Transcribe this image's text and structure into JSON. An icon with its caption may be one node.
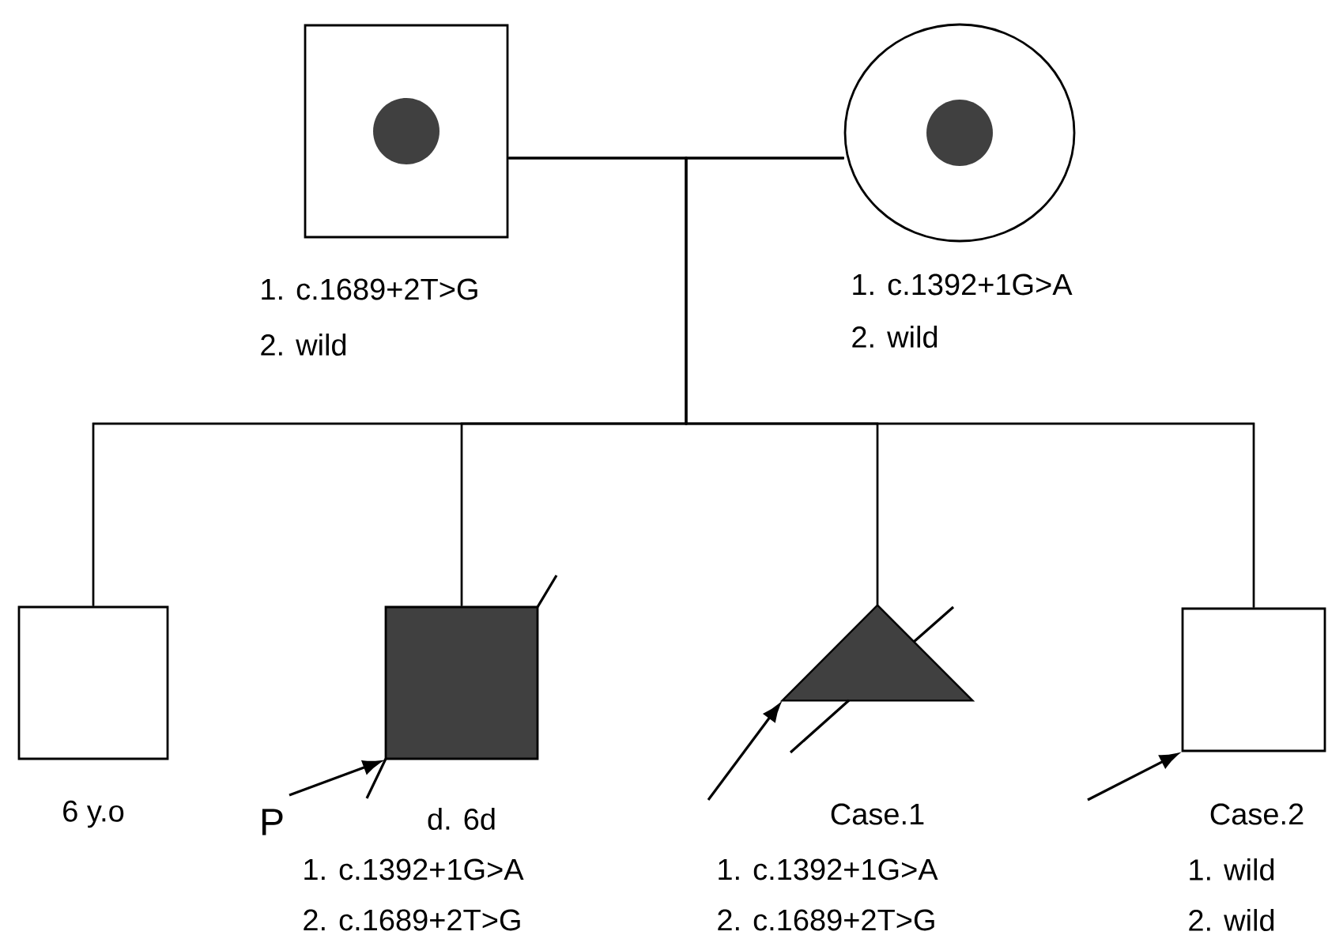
{
  "diagram": {
    "nodes": [
      {
        "text": [],
        "shape": "box",
        "beside": [
          "1. c.1689+2T>G",
          "2. wild"
        ]
      },
      {
        "text": [],
        "shape": "circle",
        "beside": [
          "1. c.1392+1G>A",
          "2. wild"
        ]
      },
      {
        "text": [],
        "shape": "box",
        "beside": [
          "6 y.o"
        ]
      },
      {
        "text": [],
        "shape": "box",
        "beside": [
          "d. 6d",
          "1. c.1392+1G>A",
          "2. c.1689+2T>G"
        ]
      },
      {
        "text": [],
        "shape": "triangle",
        "beside": [
          "Case.1",
          "1. c.1392+1G>A",
          "2. c.1689+2T>G"
        ]
      },
      {
        "text": [],
        "shape": "box",
        "beside": [
          "Case.2",
          "1. wild",
          "2. wild"
        ]
      }
    ],
    "edges": [
      {
        "from": 0,
        "to": 1,
        "arrow": "none"
      },
      {
        "from": 0,
        "to": 2,
        "arrow": "none"
      },
      {
        "from": 1,
        "to": 2,
        "arrow": "none"
      },
      {
        "from": 0,
        "to": 3,
        "arrow": "none"
      },
      {
        "from": 1,
        "to": 3,
        "arrow": "none"
      },
      {
        "from": 0,
        "to": 4,
        "arrow": "none"
      },
      {
        "from": 1,
        "to": 4,
        "arrow": "none"
      },
      {
        "from": 0,
        "to": 5,
        "arrow": "none"
      },
      {
        "from": 1,
        "to": 5,
        "arrow": "none"
      },
      {
        "from": null,
        "to": 3,
        "arrow": "to"
      },
      {
        "from": null,
        "to": 4,
        "arrow": "to"
      },
      {
        "from": null,
        "to": 5,
        "arrow": "to"
      }
    ],
    "labels": [
      "P"
    ]
  }
}
